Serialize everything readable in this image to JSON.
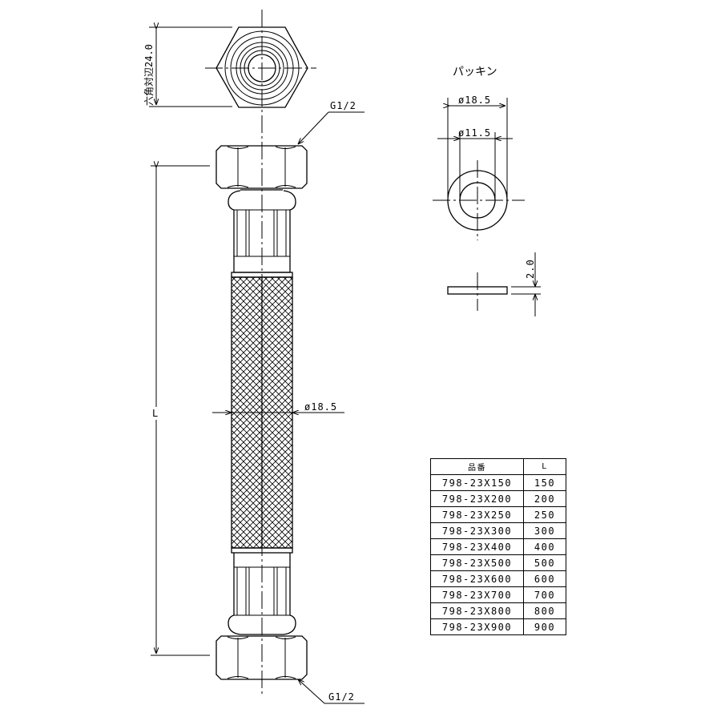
{
  "drawing": {
    "hex_dimension_label": "六角対辺24.0",
    "thread_label_top": "G1/2",
    "thread_label_bottom": "G1/2",
    "length_label": "L",
    "hose_diameter_label": "ø18.5"
  },
  "packing": {
    "title": "パッキン",
    "outer_diameter_label": "ø18.5",
    "inner_diameter_label": "ø11.5",
    "thickness_label": "2.0"
  },
  "table": {
    "headers": [
      "品番",
      "L"
    ],
    "rows": [
      [
        "798-23X150",
        "150"
      ],
      [
        "798-23X200",
        "200"
      ],
      [
        "798-23X250",
        "250"
      ],
      [
        "798-23X300",
        "300"
      ],
      [
        "798-23X400",
        "400"
      ],
      [
        "798-23X500",
        "500"
      ],
      [
        "798-23X600",
        "600"
      ],
      [
        "798-23X700",
        "700"
      ],
      [
        "798-23X800",
        "800"
      ],
      [
        "798-23X900",
        "900"
      ]
    ]
  }
}
